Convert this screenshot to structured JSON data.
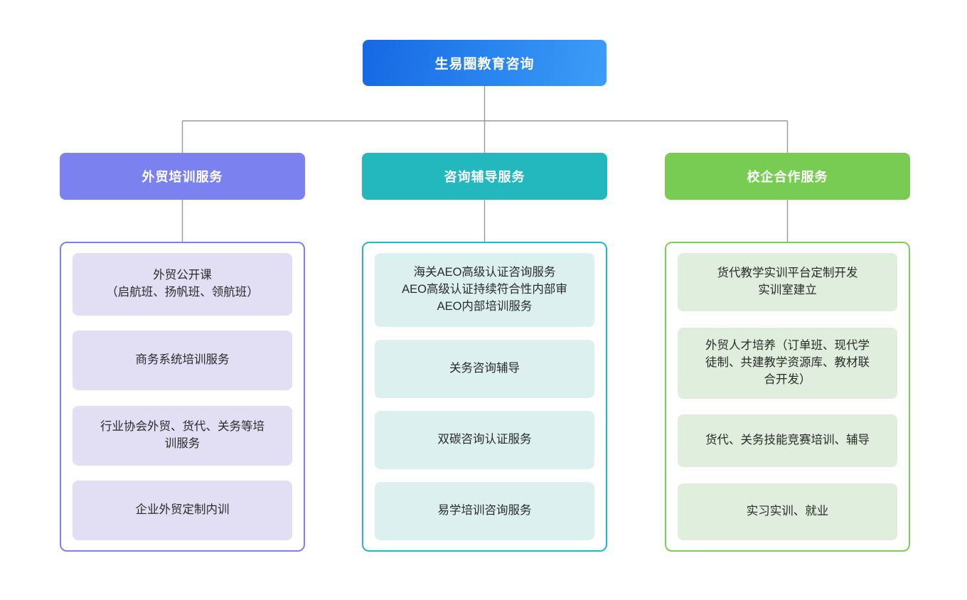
{
  "root": {
    "label": "生易圈教育咨询",
    "gradient_from": "#1668e3",
    "gradient_to": "#3d9cf7",
    "text_color": "#ffffff"
  },
  "connector_color": "#999999",
  "columns": [
    {
      "id": "foreign-trade-training",
      "header": "外贸培训服务",
      "accent": "#7b82f0",
      "item_bg": "#e2dff5",
      "items": [
        "外贸公开课\n（启航班、扬帆班、领航班）",
        "商务系统培训服务",
        "行业协会外贸、货代、关务等培\n训服务",
        "企业外贸定制内训"
      ]
    },
    {
      "id": "consulting-tutoring",
      "header": "咨询辅导服务",
      "accent": "#22b8bd",
      "item_bg": "#dcf0f0",
      "items": [
        "海关AEO高级认证咨询服务\nAEO高级认证持续符合性内部审\nAEO内部培训服务",
        "关务咨询辅导",
        "双碳咨询认证服务",
        "易学培训咨询服务"
      ]
    },
    {
      "id": "school-enterprise-cooperation",
      "header": "校企合作服务",
      "accent": "#79cc53",
      "item_bg": "#dfeedd",
      "items": [
        "货代教学实训平台定制开发\n实训室建立",
        "外贸人才培养（订单班、现代学\n徒制、共建教学资源库、教材联\n合开发）",
        "货代、关务技能竞赛培训、辅导",
        "实习实训、就业"
      ]
    }
  ]
}
